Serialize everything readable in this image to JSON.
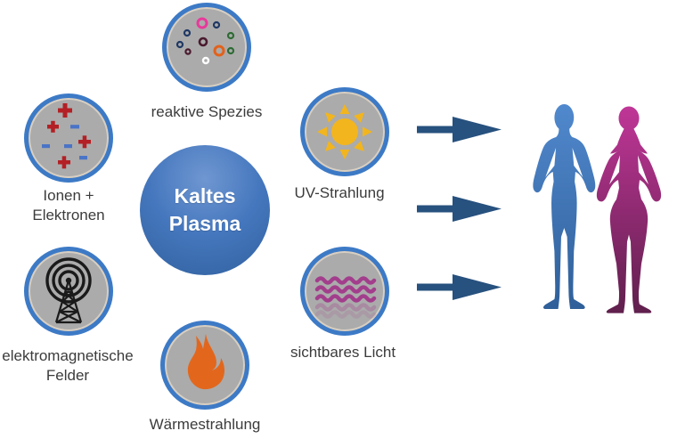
{
  "diagram": {
    "center": {
      "line1": "Kaltes",
      "line2": "Plasma"
    },
    "nodes": {
      "reactive_species": {
        "label": "reaktive Spezies"
      },
      "ions_electrons": {
        "line1": "Ionen +",
        "line2": "Elektronen"
      },
      "em_fields": {
        "line1": "elektromagnetische",
        "line2": "Felder"
      },
      "heat_radiation": {
        "label": "Wärmestrahlung"
      },
      "uv_radiation": {
        "label": "UV-Strahlung"
      },
      "visible_light": {
        "label": "sichtbares Licht"
      }
    },
    "icons": {
      "reactive_species": "molecule-particles-icon",
      "ions_electrons": "plus-minus-charges-icon",
      "em_fields": "radio-tower-icon",
      "heat_radiation": "flame-icon",
      "uv_radiation": "sun-icon",
      "visible_light": "light-waves-icon",
      "arrow": "arrow-right-icon"
    },
    "figures": {
      "left": "man-silhouette",
      "right": "woman-silhouette"
    },
    "arrow_count": 3,
    "colors": {
      "node_border": "#3D7AC6",
      "node_fill": "#ABABAB",
      "node_inner_ring": "#D8CFC2",
      "center_top": "#6F97D1",
      "center_bottom": "#31619E",
      "arrow": "#27517E",
      "man_gradient_top": "#5189CE",
      "man_gradient_bottom": "#2E5E97",
      "woman_gradient_top": "#C03697",
      "woman_gradient_bottom": "#5E1F4C",
      "label_text": "#3B3B3B",
      "sun": "#F2B51D",
      "flame": "#E2671D",
      "waves": "#A23E8C",
      "plus": "#B32025",
      "minus": "#4A74C6",
      "tower": "#1A1A1A",
      "ring_pink": "#E8399B",
      "ring_navy": "#1F3864",
      "ring_green": "#2E6B34",
      "ring_maroon": "#4A1A2E",
      "ring_orange": "#E2621B",
      "ring_white": "#FFFFFF"
    }
  }
}
